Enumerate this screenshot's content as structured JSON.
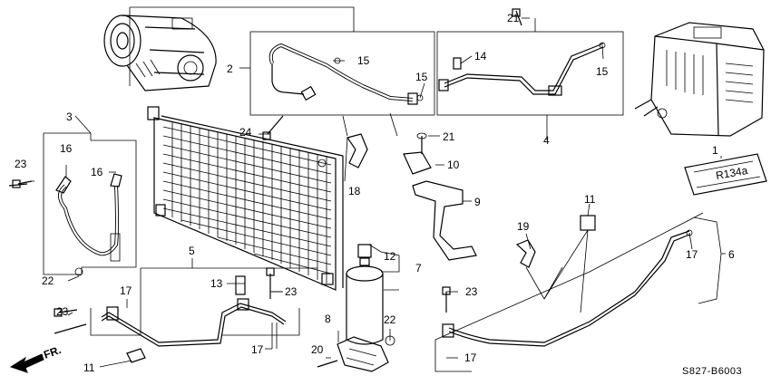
{
  "diagram": {
    "code": "S827-B6003",
    "direction_label": "FR.",
    "label_plate_text": "R134a",
    "callouts": {
      "c1": "1",
      "c2": "2",
      "c3": "3",
      "c4": "4",
      "c5": "5",
      "c6": "6",
      "c7": "7",
      "c8": "8",
      "c9": "9",
      "c10": "10",
      "c11a": "11",
      "c11b": "11",
      "c12": "12",
      "c13": "13",
      "c14": "14",
      "c15a": "15",
      "c15b": "15",
      "c15c": "15",
      "c16a": "16",
      "c16b": "16",
      "c17a": "17",
      "c17b": "17",
      "c17c": "17",
      "c17d": "17",
      "c18": "18",
      "c19": "19",
      "c20": "20",
      "c21a": "21",
      "c21b": "21",
      "c22a": "22",
      "c22b": "22",
      "c23a": "23",
      "c23b": "23",
      "c23c": "23",
      "c23d": "23",
      "c24": "24"
    }
  }
}
